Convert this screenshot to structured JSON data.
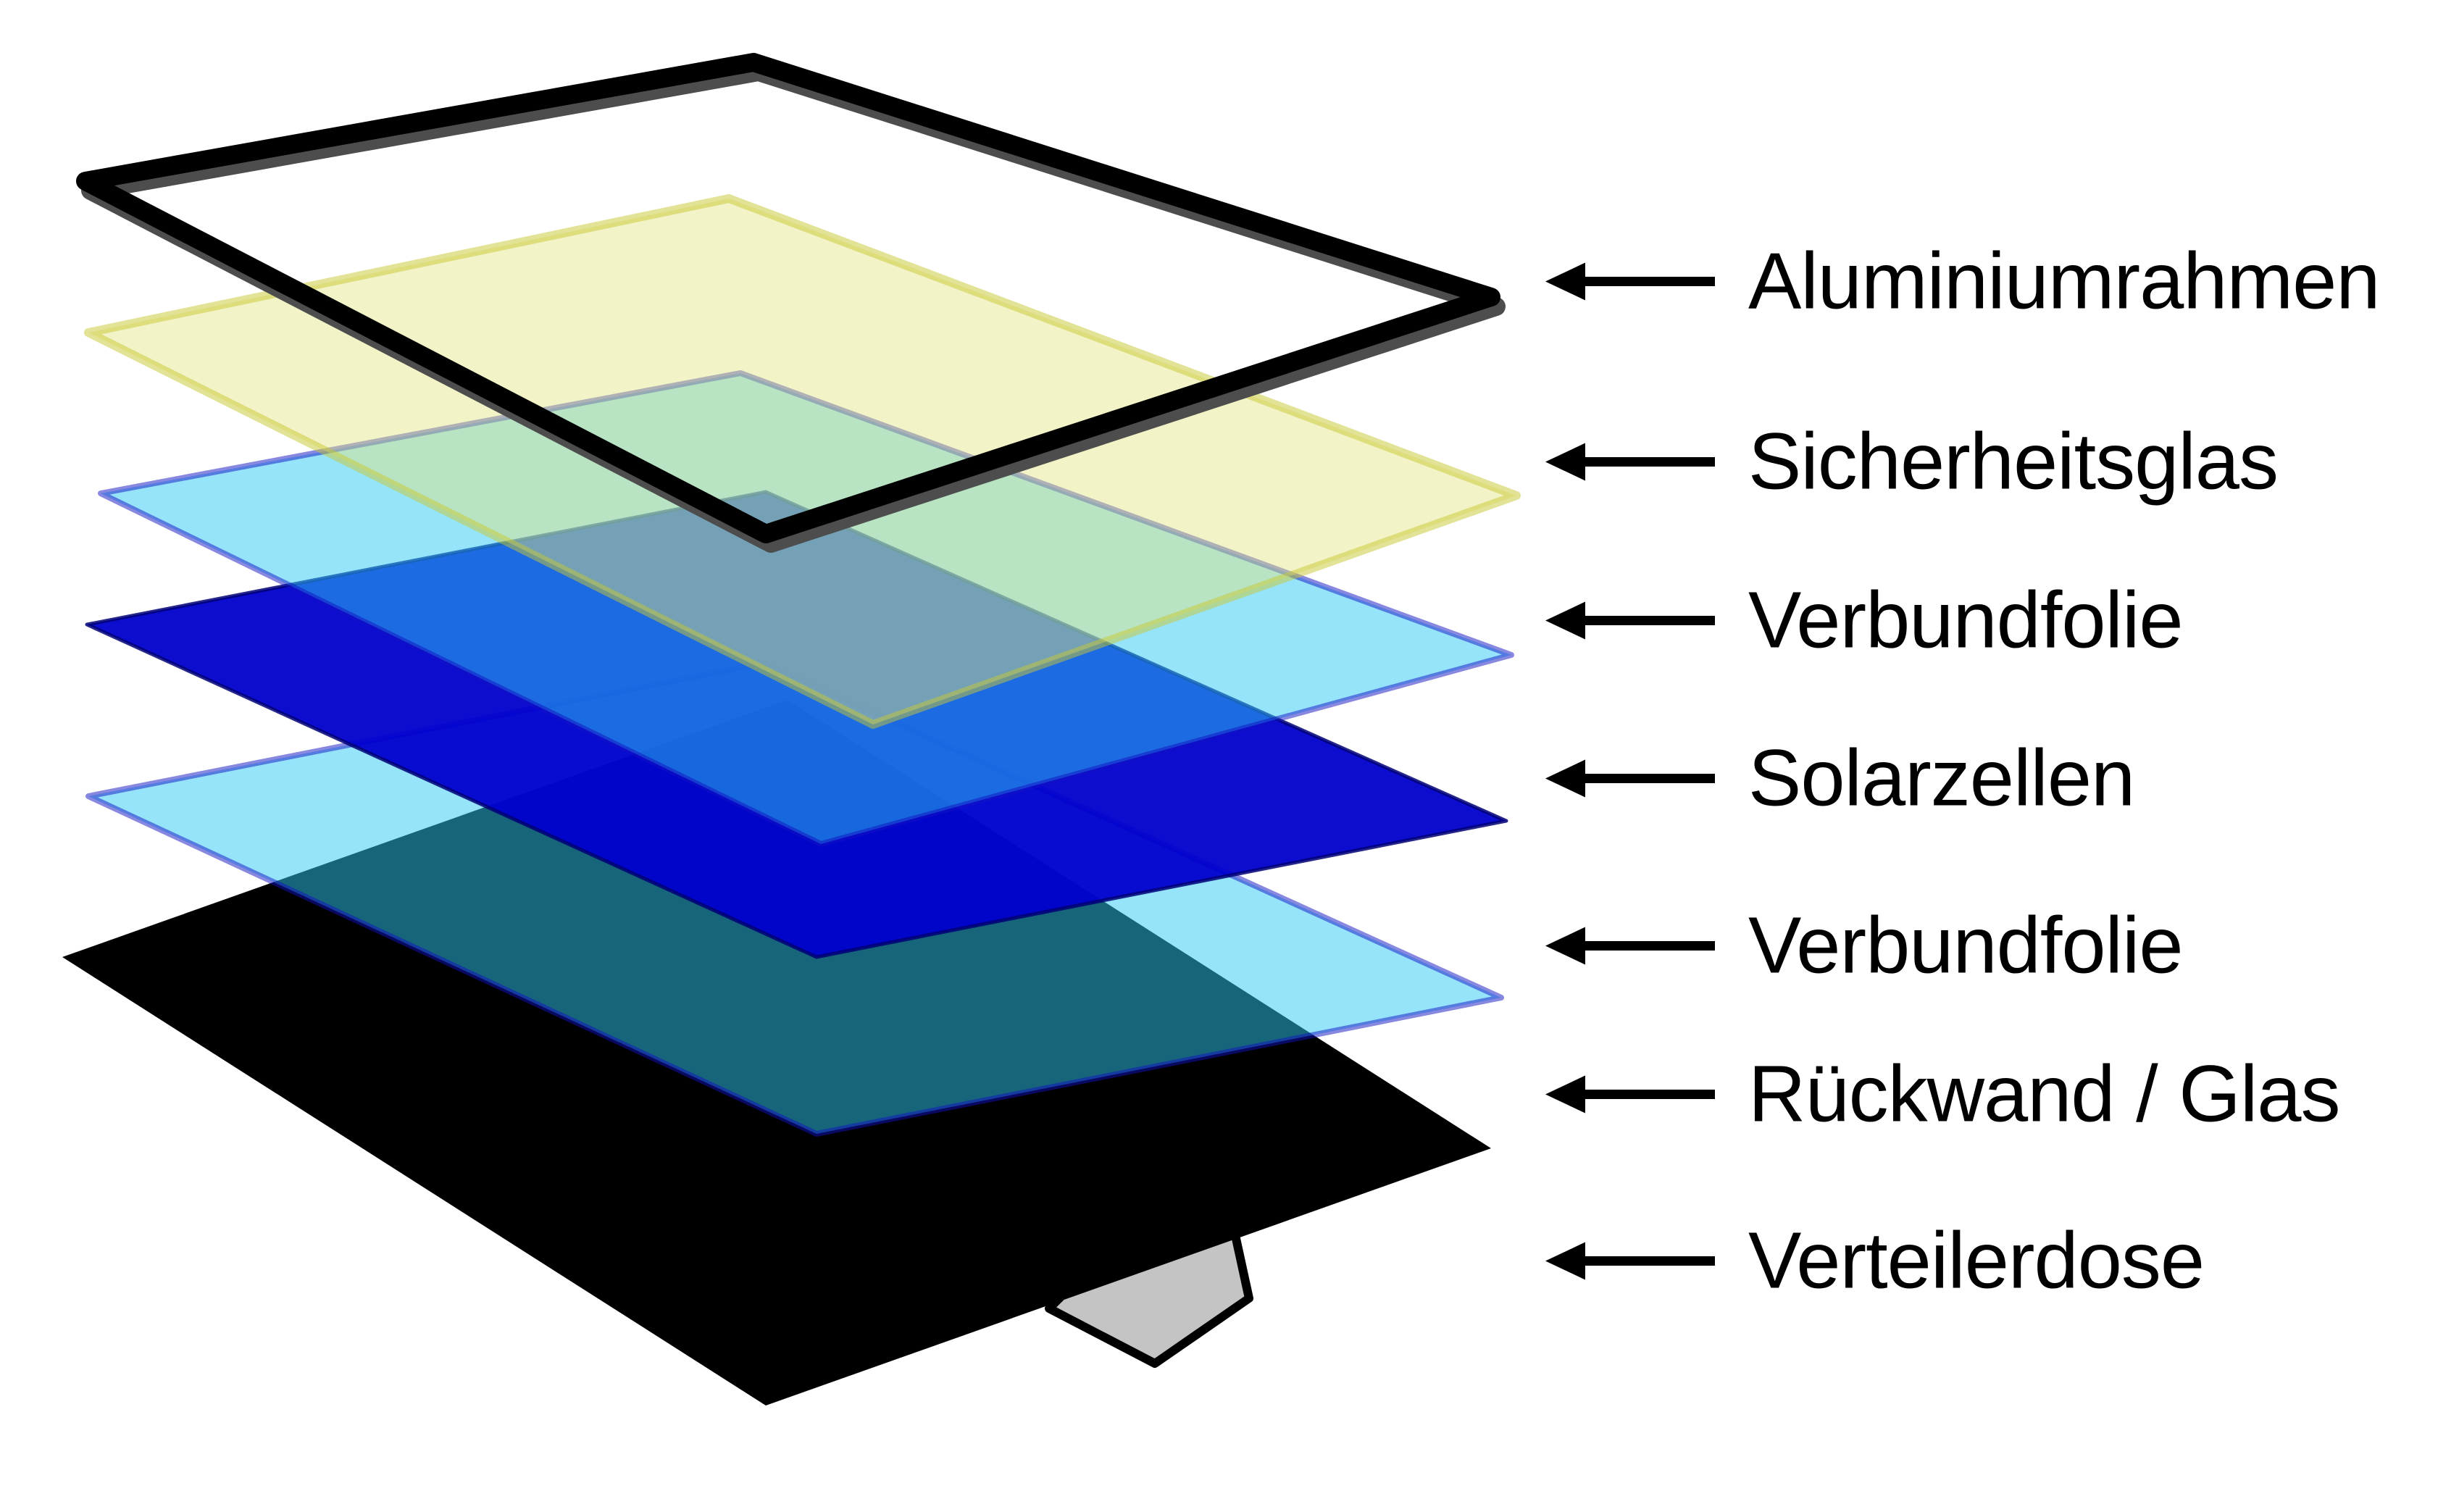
{
  "diagram": {
    "title_hint": "Exploded view of a solar module layer stack",
    "colors": {
      "background": "#ffffff",
      "frame_stroke": "#000000",
      "frame_shadow": "#4d4d4d",
      "glass_fill": "#e2e580",
      "glass_stroke": "#c8c832",
      "foil_fill": "#2dc9f5",
      "foil_stroke": "#1111c4",
      "cells_fill": "#0000cd",
      "cells_stroke": "#000077",
      "back_fill": "#000000",
      "box_fill": "#c4c4c4",
      "box_stroke": "#000000",
      "arrow": "#000000",
      "text": "#000000"
    }
  },
  "legend": {
    "items": [
      {
        "text": "Aluminiumrahmen"
      },
      {
        "text": "Sicherheitsglas"
      },
      {
        "text": "Verbundfolie"
      },
      {
        "text": "Solarzellen"
      },
      {
        "text": "Verbundfolie"
      },
      {
        "text": "Rückwand / Glas"
      },
      {
        "text": "Verteilerdose"
      }
    ]
  }
}
